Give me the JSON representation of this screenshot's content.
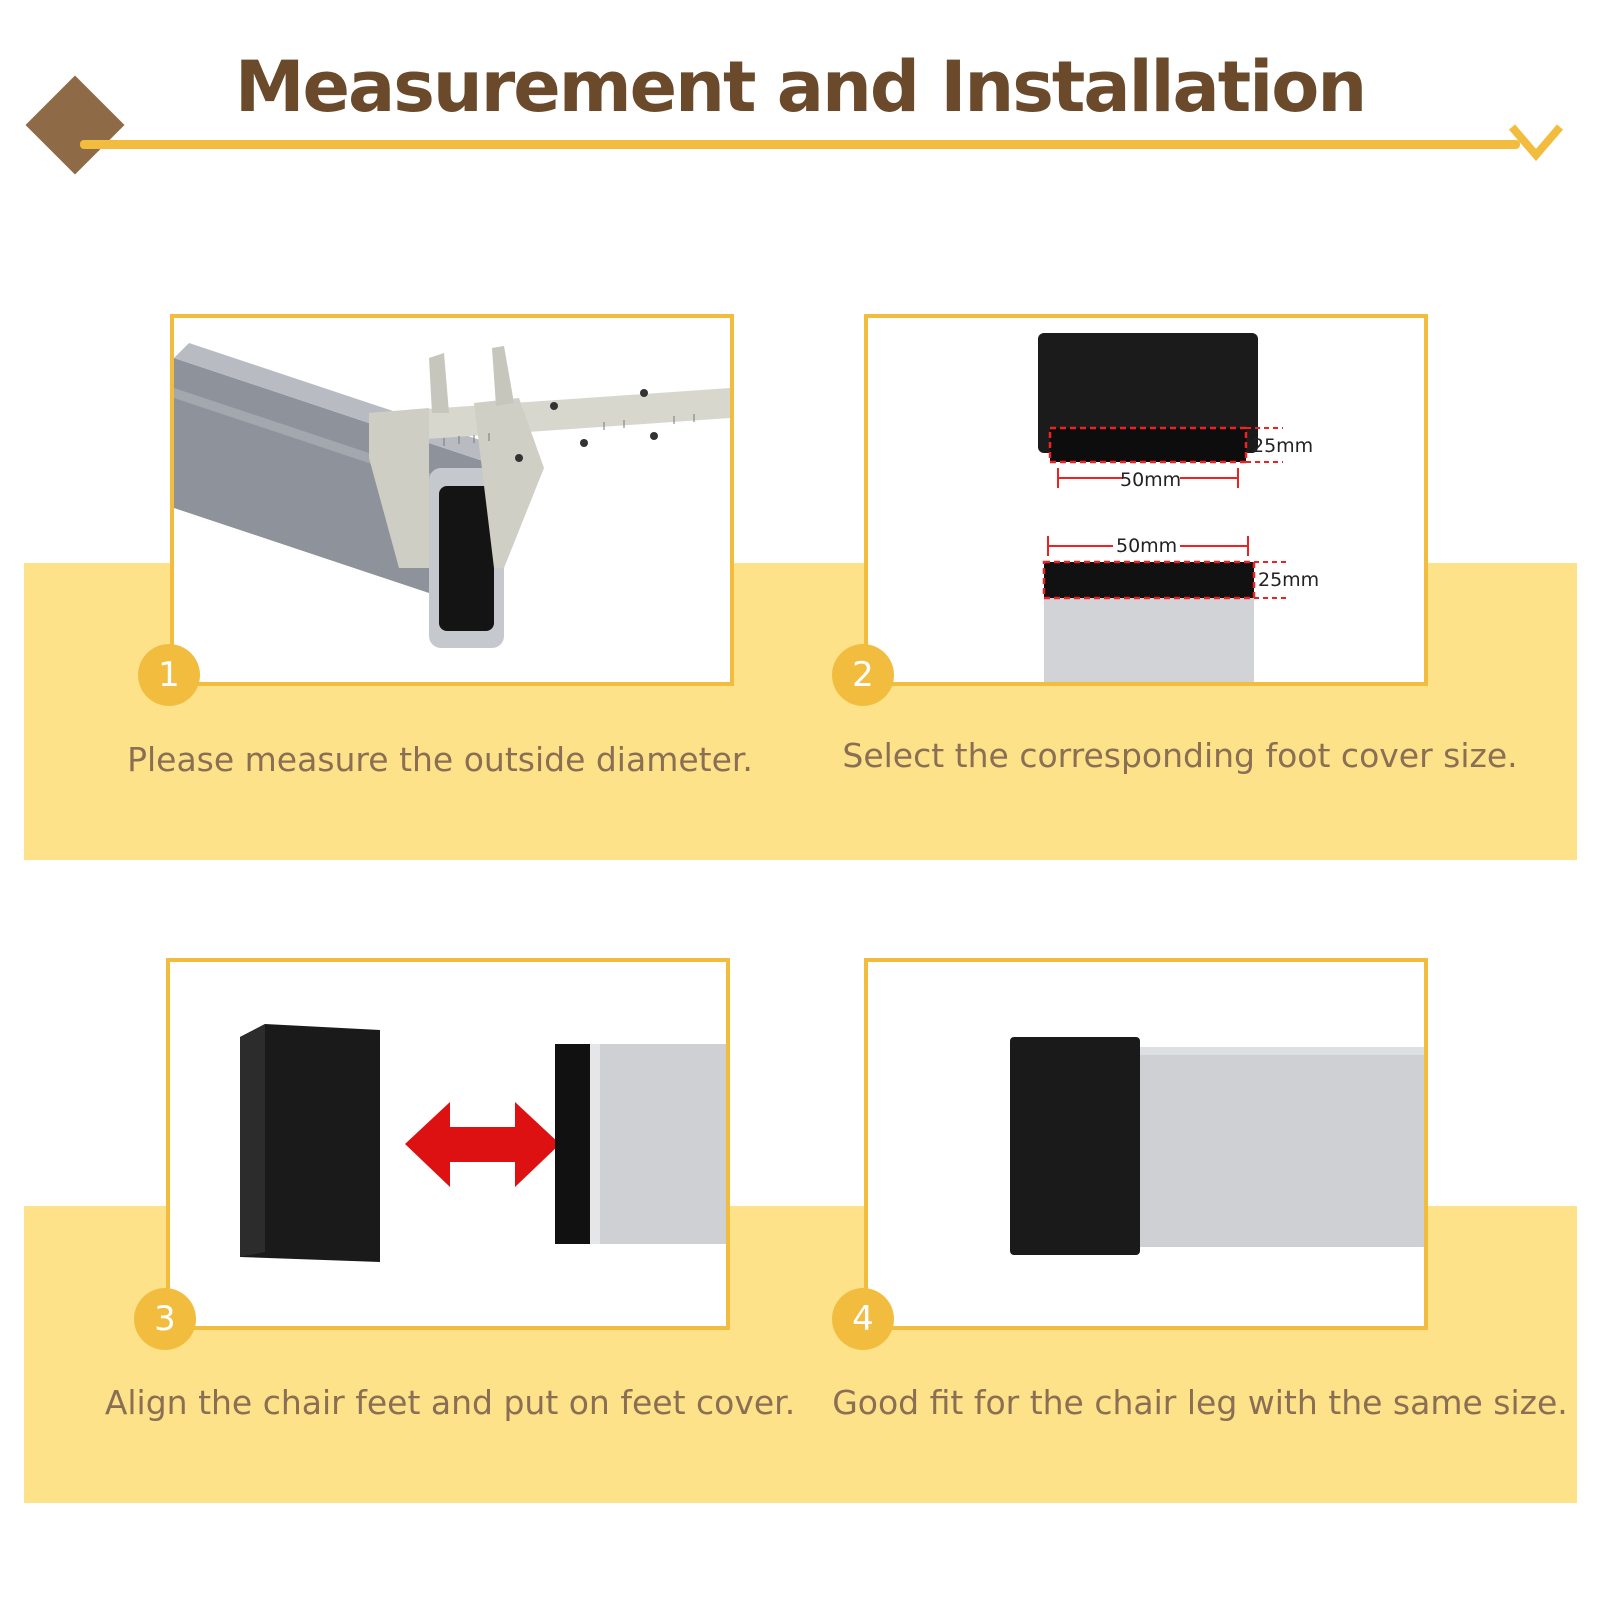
{
  "header": {
    "title": "Measurement and Installation",
    "accent_color": "#f2bd3e",
    "brand_color": "#6b4a2b",
    "left_icon": "diamond-icon",
    "right_icon": "chevron-down-icon"
  },
  "band_color": "#fde289",
  "steps": [
    {
      "number": "1",
      "caption": "Please measure the outside diameter.",
      "image_icon": "caliper-measuring-tube-image"
    },
    {
      "number": "2",
      "caption": "Select the corresponding foot cover size.",
      "image_icon": "foot-cover-size-diagram",
      "dimensions": {
        "cap_width": "50mm",
        "cap_height": "25mm",
        "tube_width": "50mm",
        "tube_height": "25mm"
      }
    },
    {
      "number": "3",
      "caption": "Align the chair feet and put on feet cover.",
      "image_icon": "align-cover-arrow-image"
    },
    {
      "number": "4",
      "caption": "Good fit for the chair leg with the same size.",
      "image_icon": "installed-cover-image"
    }
  ]
}
